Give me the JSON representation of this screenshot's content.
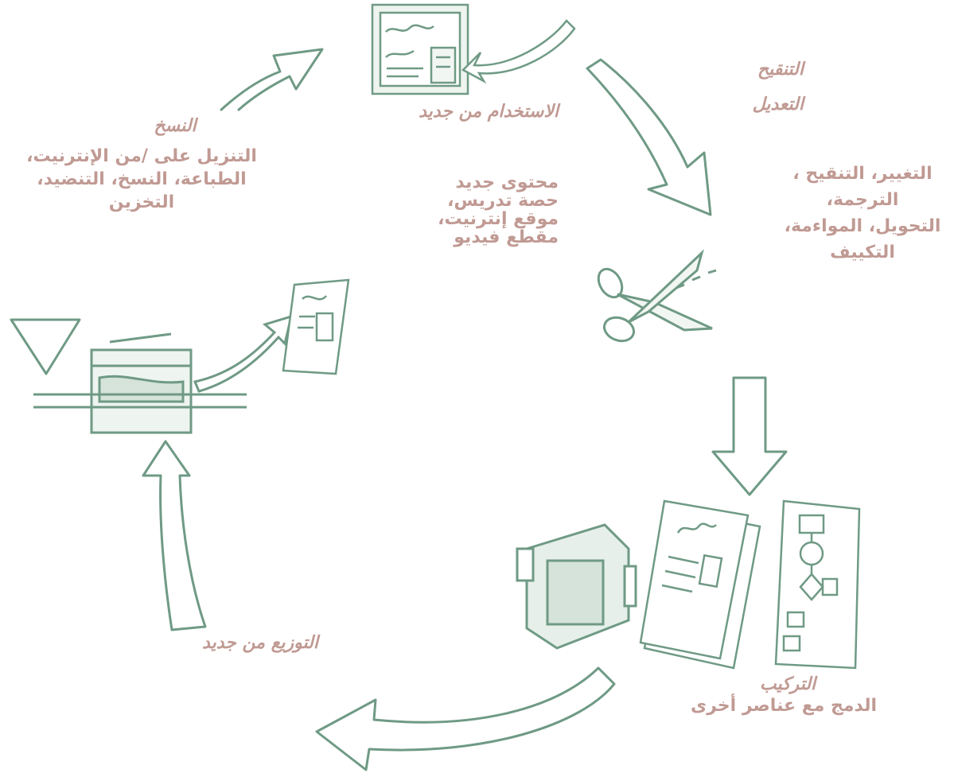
{
  "colors": {
    "label": "#c09a93",
    "sketch": "#6f9a85",
    "sketch_fill": "#e6efe9"
  },
  "stages": {
    "reuse": {
      "title": "الاستخدام من جديد",
      "lines": [
        "محتوى جديد",
        "حصة تدريس،",
        "موقع إنترنيت،",
        "مقطع فيديو"
      ]
    },
    "revise": {
      "titles": [
        "التنقيح",
        "التعديل"
      ],
      "lines": [
        "التغيير، التنقيح ،",
        "الترجمة،",
        "التحويل، المواءمة،",
        "التكييف"
      ]
    },
    "remix": {
      "title": "التركيب",
      "lines": [
        "الدمج مع عناصر أخرى"
      ]
    },
    "redistribute": {
      "title": "التوزيع من جديد"
    },
    "retain": {
      "title": "النسخ",
      "lines": [
        "التنزيل على /من الإنترنيت،",
        "الطباعة، النسخ، التنضيد،",
        "التخزين"
      ]
    }
  },
  "icons": [
    "computer-screen-icon",
    "scissors-icon",
    "camera-icon",
    "document-icon",
    "flowchart-icon",
    "copier-icon",
    "printed-page-icon"
  ]
}
